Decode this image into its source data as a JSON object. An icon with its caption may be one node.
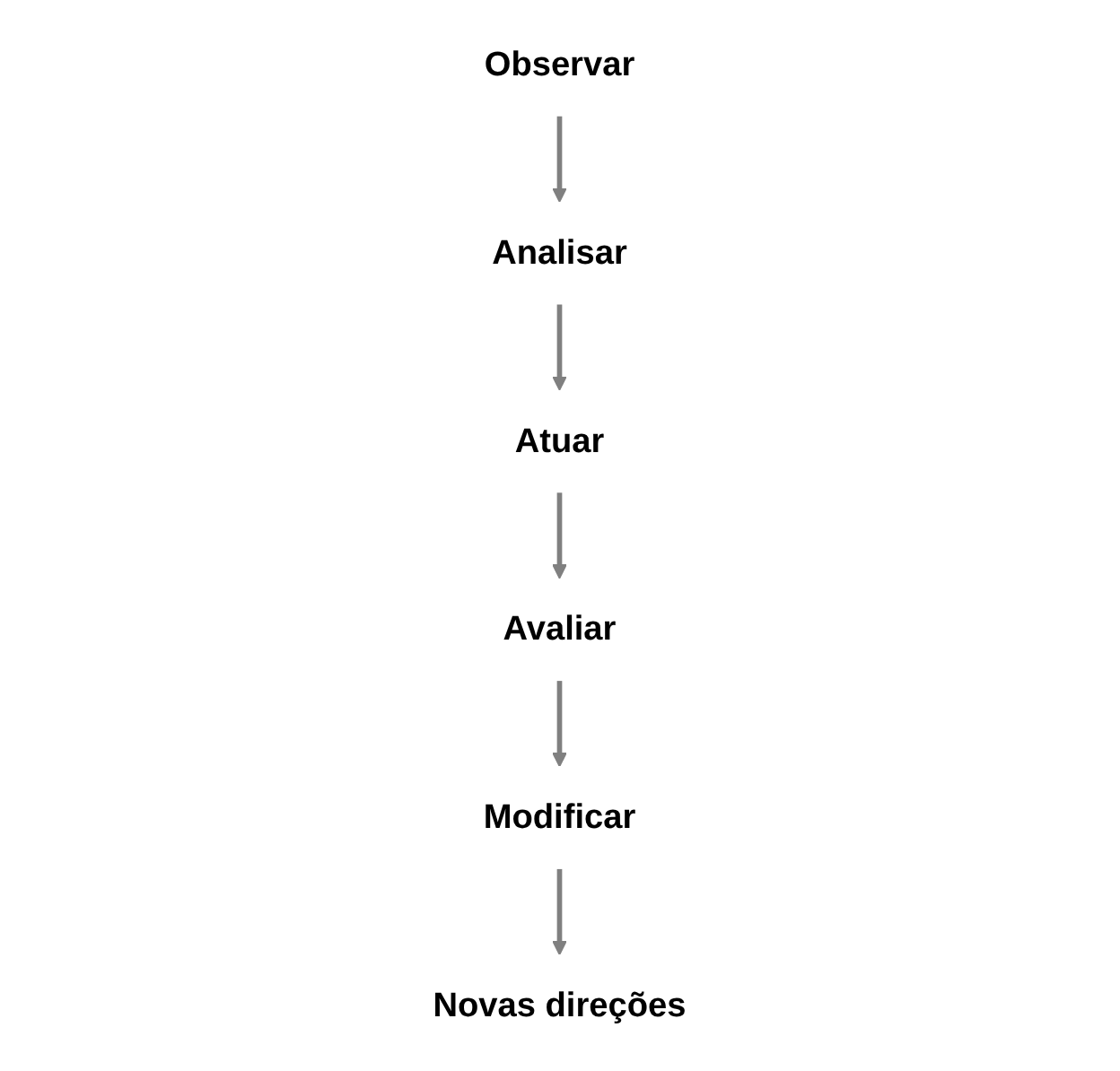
{
  "diagram": {
    "nodes": [
      {
        "text": [
          "Novas direções"
        ]
      },
      {
        "text": [
          "Observar"
        ]
      },
      {
        "text": [
          "Analisar"
        ]
      },
      {
        "text": [
          "Atuar"
        ]
      },
      {
        "text": [
          "Avaliar"
        ]
      },
      {
        "text": [
          "Modificar"
        ]
      }
    ],
    "edges": [
      {
        "from": 1,
        "to": 2,
        "arrow": "to"
      },
      {
        "from": 2,
        "to": 3,
        "arrow": "to"
      },
      {
        "from": 3,
        "to": 4,
        "arrow": "to"
      },
      {
        "from": 4,
        "to": 5,
        "arrow": "to"
      },
      {
        "from": 5,
        "to": 0,
        "arrow": "to"
      }
    ]
  }
}
